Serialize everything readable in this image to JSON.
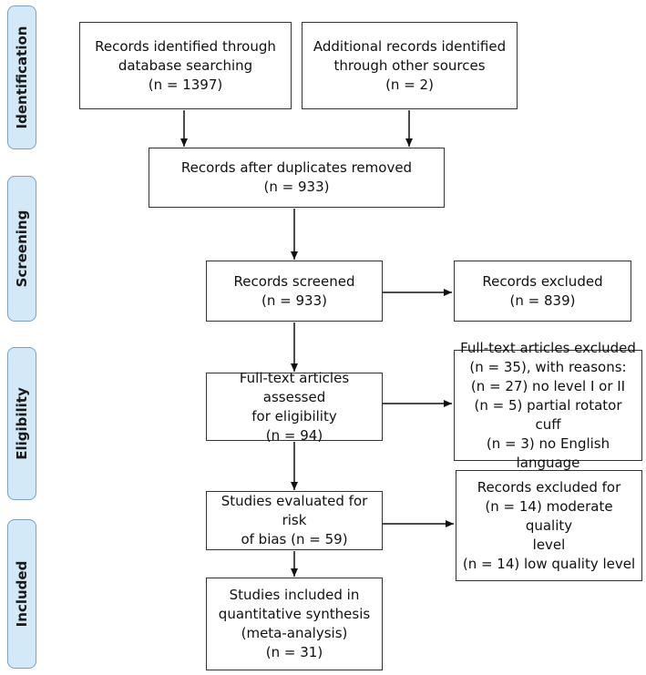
{
  "phases": [
    {
      "id": "identification",
      "label": "Identification"
    },
    {
      "id": "screening",
      "label": "Screening"
    },
    {
      "id": "eligibility",
      "label": "Eligibility"
    },
    {
      "id": "included",
      "label": "Included"
    }
  ],
  "boxes": {
    "database_records": {
      "lines": [
        "Records identified through",
        "database searching",
        "(n = 1397)"
      ]
    },
    "additional_records": {
      "lines": [
        "Additional records identified",
        "through other sources",
        "(n = 2)"
      ]
    },
    "after_duplicates": {
      "lines": [
        "Records after duplicates removed",
        "(n = 933)"
      ]
    },
    "records_screened": {
      "lines": [
        "Records screened",
        "(n = 933)"
      ]
    },
    "records_excluded": {
      "lines": [
        "Records excluded",
        "(n = 839)"
      ]
    },
    "fulltext_assessed": {
      "lines": [
        "Full-text articles assessed",
        "for eligibility",
        "(n = 94)"
      ]
    },
    "fulltext_excluded": {
      "lines": [
        "Full-text articles excluded",
        "(n = 35), with reasons:",
        "(n = 27) no level I or II",
        "(n = 5) partial rotator cuff",
        "(n = 3) no English language"
      ]
    },
    "risk_of_bias": {
      "lines": [
        "Studies evaluated for risk",
        "of bias (n = 59)"
      ]
    },
    "excluded_quality": {
      "lines": [
        "Records excluded for",
        "(n = 14) moderate quality",
        "level",
        "(n = 14) low quality level"
      ]
    },
    "included_synthesis": {
      "lines": [
        "Studies included in",
        "quantitative synthesis",
        "(meta-analysis)",
        "(n = 31)"
      ]
    }
  }
}
